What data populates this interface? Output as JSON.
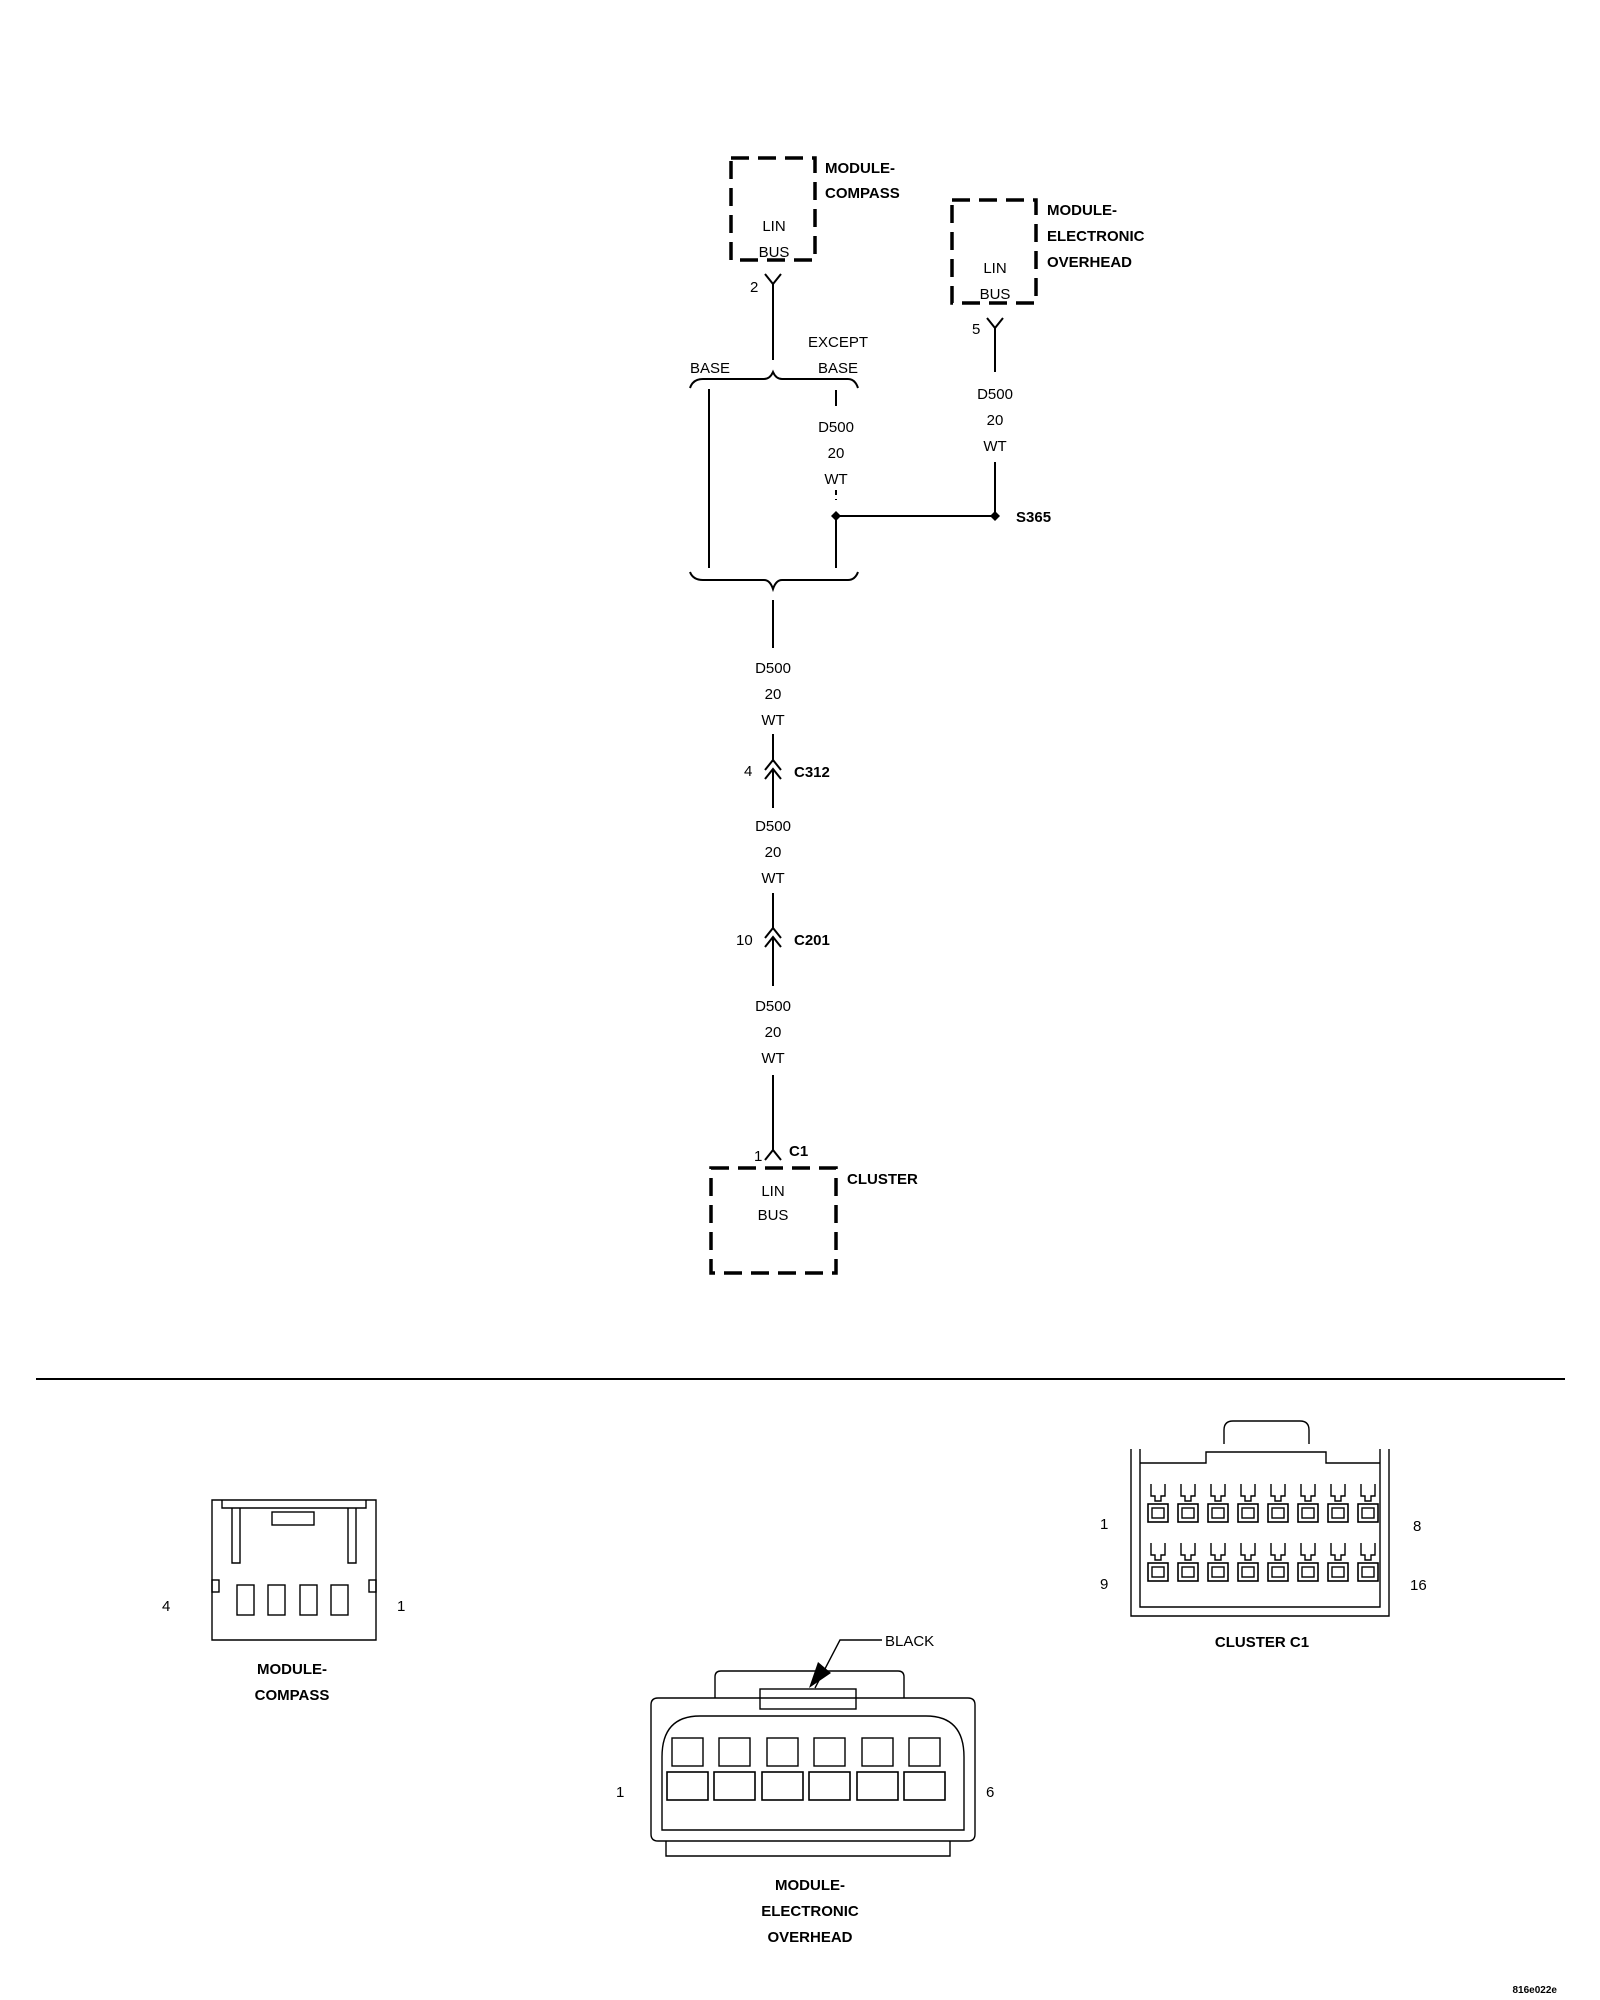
{
  "modules": {
    "compass": {
      "name_1": "MODULE-",
      "name_2": "COMPASS",
      "sig_1": "LIN",
      "sig_2": "BUS",
      "pin": "2"
    },
    "overhead": {
      "name_1": "MODULE-",
      "name_2": "ELECTRONIC",
      "name_3": "OVERHEAD",
      "sig_1": "LIN",
      "sig_2": "BUS",
      "pin": "5"
    },
    "cluster": {
      "name": "CLUSTER",
      "connector": "C1",
      "sig_1": "LIN",
      "sig_2": "BUS",
      "pin": "1"
    }
  },
  "options": {
    "base": "BASE",
    "except_1": "EXCEPT",
    "except_2": "BASE"
  },
  "wire": {
    "circuit": "D500",
    "gauge": "20",
    "color": "WT"
  },
  "splice": {
    "id": "S365"
  },
  "connectors": {
    "c312": {
      "id": "C312",
      "pin": "4"
    },
    "c201": {
      "id": "C201",
      "pin": "10"
    }
  },
  "views": {
    "compass": {
      "title_1": "MODULE-",
      "title_2": "COMPASS",
      "pin_left": "4",
      "pin_right": "1"
    },
    "overhead": {
      "title_1": "MODULE-",
      "title_2": "ELECTRONIC",
      "title_3": "OVERHEAD",
      "pin_left": "1",
      "pin_right": "6",
      "color_note": "BLACK"
    },
    "cluster": {
      "title": "CLUSTER C1",
      "pin_top_left": "1",
      "pin_top_right": "8",
      "pin_bottom_left": "9",
      "pin_bottom_right": "16"
    }
  },
  "figure_id": "816e022e"
}
